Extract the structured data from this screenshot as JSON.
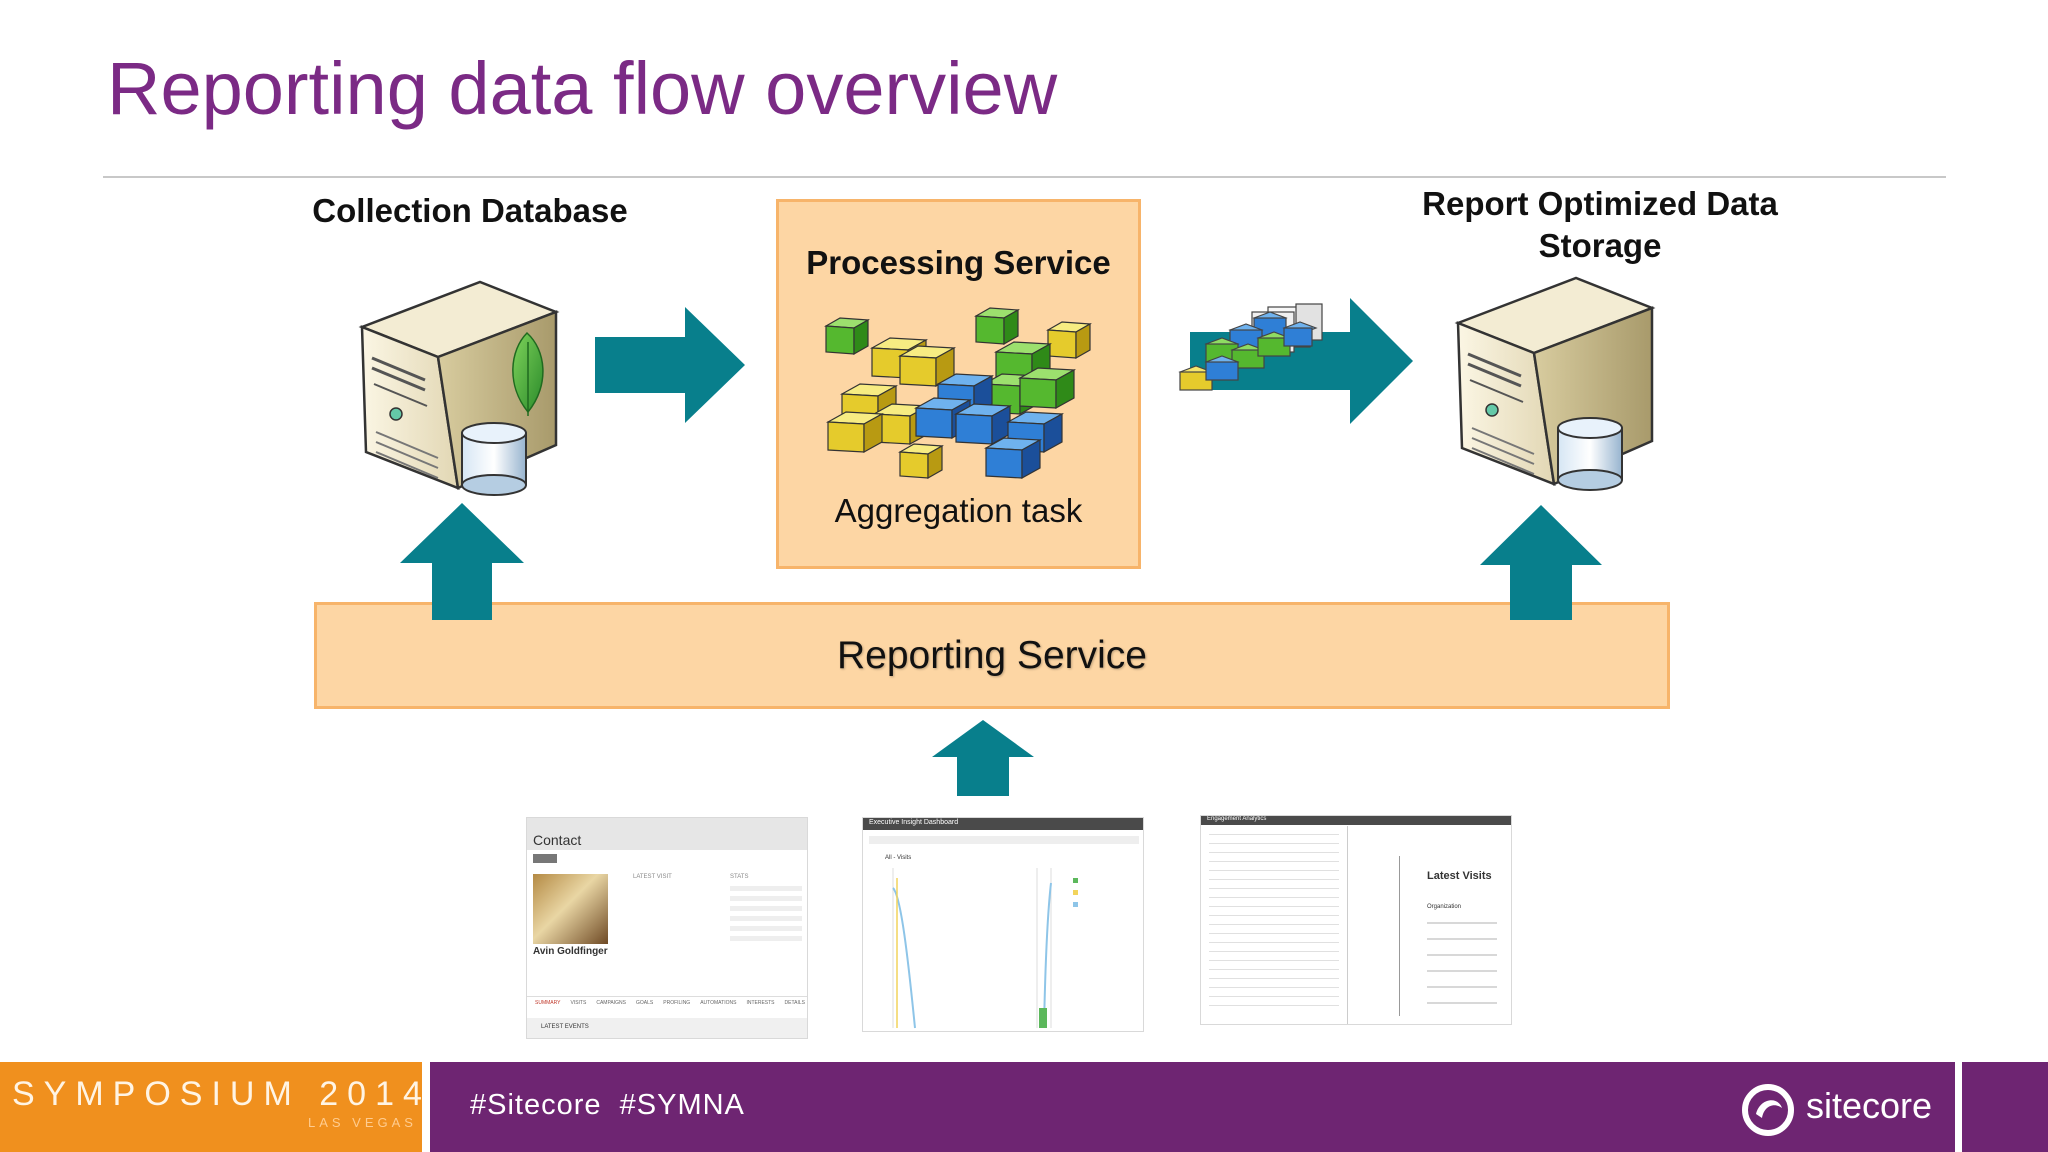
{
  "title": "Reporting data flow overview",
  "nodes": {
    "collection_database": "Collection Database",
    "processing_service": "Processing Service",
    "aggregation_task": "Aggregation task",
    "report_storage_line1": "Report Optimized Data",
    "report_storage_line2": "Storage",
    "reporting_service": "Reporting Service"
  },
  "thumbnails": {
    "contact": {
      "header": "Contact",
      "person": "Avin Goldfinger",
      "cols": [
        "LATEST VISIT",
        "STATS"
      ],
      "tabs": [
        "SUMMARY",
        "VISITS",
        "CAMPAIGNS",
        "GOALS",
        "PROFILING",
        "AUTOMATIONS",
        "INTERESTS",
        "DETAILS"
      ],
      "footer": "LATEST EVENTS"
    },
    "dashboard": {
      "header": "Executive Insight Dashboard",
      "subheader": "All - Visits"
    },
    "analytics": {
      "header": "Engagement Analytics",
      "panel_title": "Latest Visits",
      "panel_sub": "Organization"
    }
  },
  "footer": {
    "event": "SYMPOSIUM 2014",
    "location": "LAS VEGAS",
    "hashtags": "#Sitecore  #SYMNA",
    "brand": "sitecore"
  },
  "colors": {
    "title": "#7b2a85",
    "arrow_teal": "#087f8c",
    "box_fill": "#fdd6a4",
    "box_border": "#f7b46a",
    "footer_orange": "#f0901e",
    "footer_purple": "#6e2572",
    "cube_green": "#55b82f",
    "cube_yellow": "#e5cb2c",
    "cube_blue": "#2f7fd6"
  }
}
